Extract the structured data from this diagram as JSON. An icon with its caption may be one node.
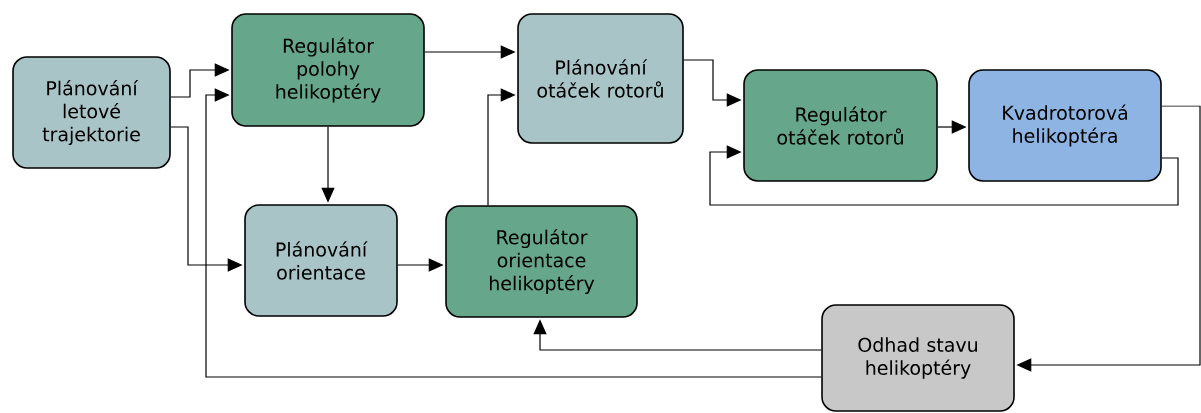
{
  "diagram": {
    "nodes": [
      {
        "text": [
          "Plánování letové trajektorie"
        ]
      },
      {
        "text": [
          "Regulátor polohy helikoptéry"
        ]
      },
      {
        "text": [
          "Plánování otáček rotorů"
        ]
      },
      {
        "text": [
          "Regulátor otáček rotorů"
        ]
      },
      {
        "text": [
          "Kvadrotorová helikoptéra"
        ]
      },
      {
        "text": [
          "Plánování orientace"
        ]
      },
      {
        "text": [
          "Regulátor orientace helikoptéry"
        ]
      },
      {
        "text": [
          "Odhad stavu helikoptéry"
        ]
      }
    ],
    "edges": [
      {
        "from": 0,
        "to": 1,
        "arrow": "to"
      },
      {
        "from": 0,
        "to": 5,
        "arrow": "to"
      },
      {
        "from": 1,
        "to": 2,
        "arrow": "to"
      },
      {
        "from": 1,
        "to": 5,
        "arrow": "to"
      },
      {
        "from": 5,
        "to": 6,
        "arrow": "to"
      },
      {
        "from": 6,
        "to": 2,
        "arrow": "to"
      },
      {
        "from": 2,
        "to": 3,
        "arrow": "to"
      },
      {
        "from": 3,
        "to": 4,
        "arrow": "to"
      },
      {
        "from": 4,
        "to": 3,
        "arrow": "to"
      },
      {
        "from": 4,
        "to": 7,
        "arrow": "to"
      },
      {
        "from": 7,
        "to": 6,
        "arrow": "to"
      },
      {
        "from": 7,
        "to": 1,
        "arrow": "to"
      }
    ]
  }
}
